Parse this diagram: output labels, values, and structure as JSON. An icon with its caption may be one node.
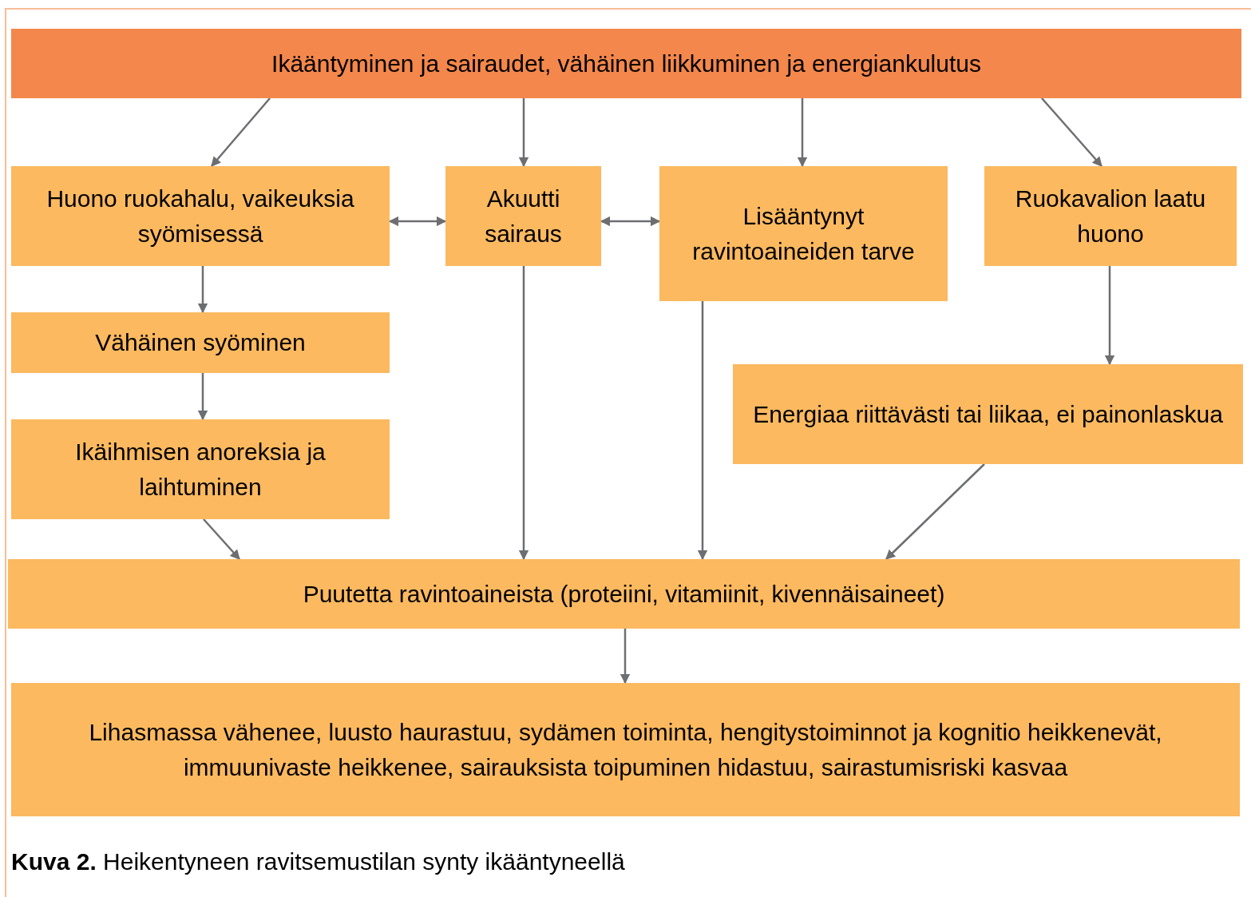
{
  "diagram": {
    "caption": "**Kuva 2.** Heikentyneen ravitsemustilan synty ikääntyneellä",
    "nodes": [
      {
        "text": [
          "Ikääntyminen ja sairaudet, vähäinen liikkuminen ja energiankulutus"
        ]
      },
      {
        "text": [
          "Huono ruokahalu, vaikeuksia syömisessä"
        ]
      },
      {
        "text": [
          "Akuutti sairaus"
        ]
      },
      {
        "text": [
          "Lisääntynyt ravintoaineiden tarve"
        ]
      },
      {
        "text": [
          "Ruokavalion laatu huono"
        ]
      },
      {
        "text": [
          "Vähäinen syöminen"
        ]
      },
      {
        "text": [
          "Ikäihmisen anoreksia ja laihtuminen"
        ]
      },
      {
        "text": [
          "Energiaa riittävästi tai liikaa, ei painonlaskua"
        ]
      },
      {
        "text": [
          "Puutetta ravintoaineista (proteiini, vitamiinit, kivennäisaineet)"
        ]
      },
      {
        "text": [
          "Lihasmassa vähenee, luusto haurastuu, sydämen toiminta, hengitystoiminnot ja kognitio heikkenevät, immuunivaste heikkenee, sairauksista toipuminen hidastuu, sairastumisriski kasvaa"
        ]
      }
    ],
    "edges": [
      {
        "from": 0,
        "to": 1,
        "arrow": "to"
      },
      {
        "from": 0,
        "to": 2,
        "arrow": "to"
      },
      {
        "from": 0,
        "to": 3,
        "arrow": "to"
      },
      {
        "from": 0,
        "to": 4,
        "arrow": "to"
      },
      {
        "from": 1,
        "to": 2,
        "arrow": "both"
      },
      {
        "from": 2,
        "to": 3,
        "arrow": "both"
      },
      {
        "from": 1,
        "to": 5,
        "arrow": "to"
      },
      {
        "from": 5,
        "to": 6,
        "arrow": "to"
      },
      {
        "from": 4,
        "to": 7,
        "arrow": "to"
      },
      {
        "from": 6,
        "to": 8,
        "arrow": "to"
      },
      {
        "from": 2,
        "to": 8,
        "arrow": "to"
      },
      {
        "from": 3,
        "to": 8,
        "arrow": "to"
      },
      {
        "from": 7,
        "to": 8,
        "arrow": "to"
      },
      {
        "from": 8,
        "to": 9,
        "arrow": "to"
      }
    ]
  }
}
